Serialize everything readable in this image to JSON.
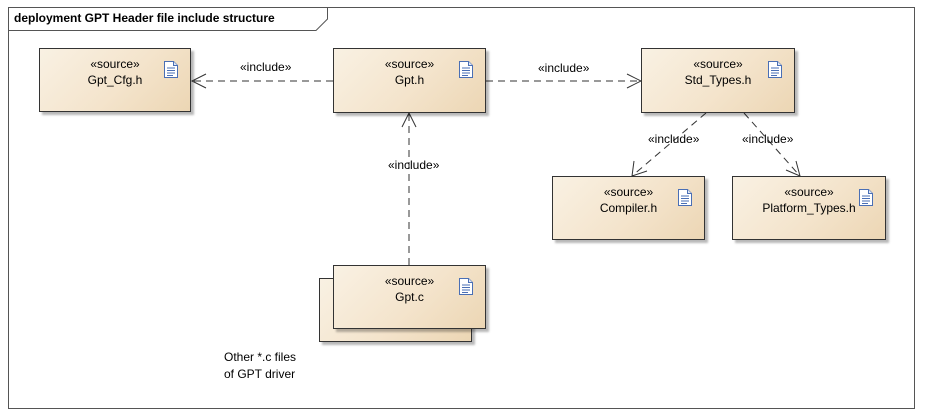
{
  "diagram": {
    "title": "deployment GPT Header file include structure"
  },
  "stereotype": "«source»",
  "nodes": [
    {
      "id": "gpt-cfg",
      "name": "Gpt_Cfg.h",
      "icon": "document-icon"
    },
    {
      "id": "gpt-h",
      "name": "Gpt.h",
      "icon": "document-icon"
    },
    {
      "id": "std-types",
      "name": "Std_Types.h",
      "icon": "document-icon"
    },
    {
      "id": "compiler",
      "name": "Compiler.h",
      "icon": "document-icon"
    },
    {
      "id": "platform-types",
      "name": "Platform_Types.h",
      "icon": "document-icon"
    },
    {
      "id": "gpt-c",
      "name": "Gpt.c",
      "icon": "document-icon"
    }
  ],
  "edges": [
    {
      "from": "gpt-h",
      "to": "gpt-cfg",
      "label": "«include»"
    },
    {
      "from": "gpt-h",
      "to": "std-types",
      "label": "«include»"
    },
    {
      "from": "gpt-c",
      "to": "gpt-h",
      "label": "«include»"
    },
    {
      "from": "std-types",
      "to": "compiler",
      "label": "«include»"
    },
    {
      "from": "std-types",
      "to": "platform-types",
      "label": "«include»"
    }
  ],
  "note": {
    "line1": "Other *.c files",
    "line2": "of GPT driver"
  },
  "colors": {
    "node_fill": "#f4e4cc",
    "border": "#333333",
    "icon_blue": "#4a6fb5"
  }
}
